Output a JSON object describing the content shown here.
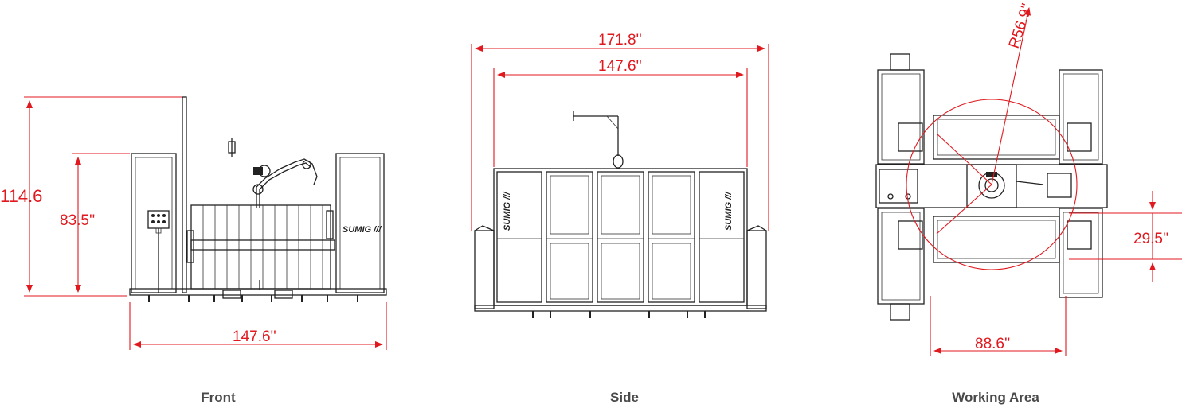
{
  "views": [
    {
      "caption": "Front",
      "dimensions": {
        "overall_height": "114.6",
        "cell_height": "83.5''",
        "width": "147.6''"
      },
      "logo": "SUMIG"
    },
    {
      "caption": "Side",
      "dimensions": {
        "overall_width": "171.8''",
        "inner_width": "147.6''"
      },
      "logo": "SUMIG"
    },
    {
      "caption": "Working Area",
      "dimensions": {
        "radius": "R56.9''",
        "offset": "29.5''",
        "width": "88.6''"
      }
    }
  ],
  "colors": {
    "dimension": "#e0191f",
    "linework": "#222222",
    "caption": "#4a4a4a"
  }
}
